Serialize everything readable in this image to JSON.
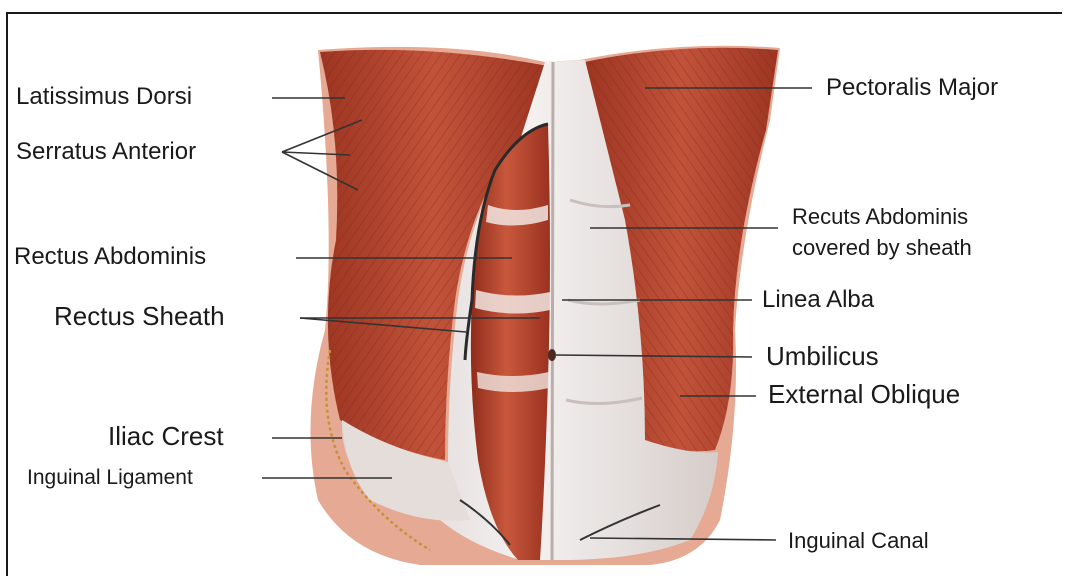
{
  "figure": {
    "labels": {
      "latissimus_dorsi": "Latissimus Dorsi",
      "serratus_anterior": "Serratus Anterior",
      "rectus_abdominis": "Rectus Abdominis",
      "rectus_sheath": "Rectus Sheath",
      "iliac_crest": "Iliac Crest",
      "inguinal_ligament": "Inguinal Ligament",
      "pectoralis_major": "Pectoralis Major",
      "recuts_abdominis_line1": "Recuts Abdominis",
      "recuts_abdominis_line2": "covered by sheath",
      "linea_alba": "Linea Alba",
      "umbilicus": "Umbilicus",
      "external_oblique": "External Oblique",
      "inguinal_canal": "Inguinal Canal"
    },
    "colors": {
      "muscle": "#b5452e",
      "muscle_dark": "#8a2a1a",
      "muscle_light": "#d77a5f",
      "sheath": "#ede8e6",
      "sheath_shadow": "#cfc6c4",
      "skin": "#e3a48c",
      "leader": "#333333"
    }
  }
}
